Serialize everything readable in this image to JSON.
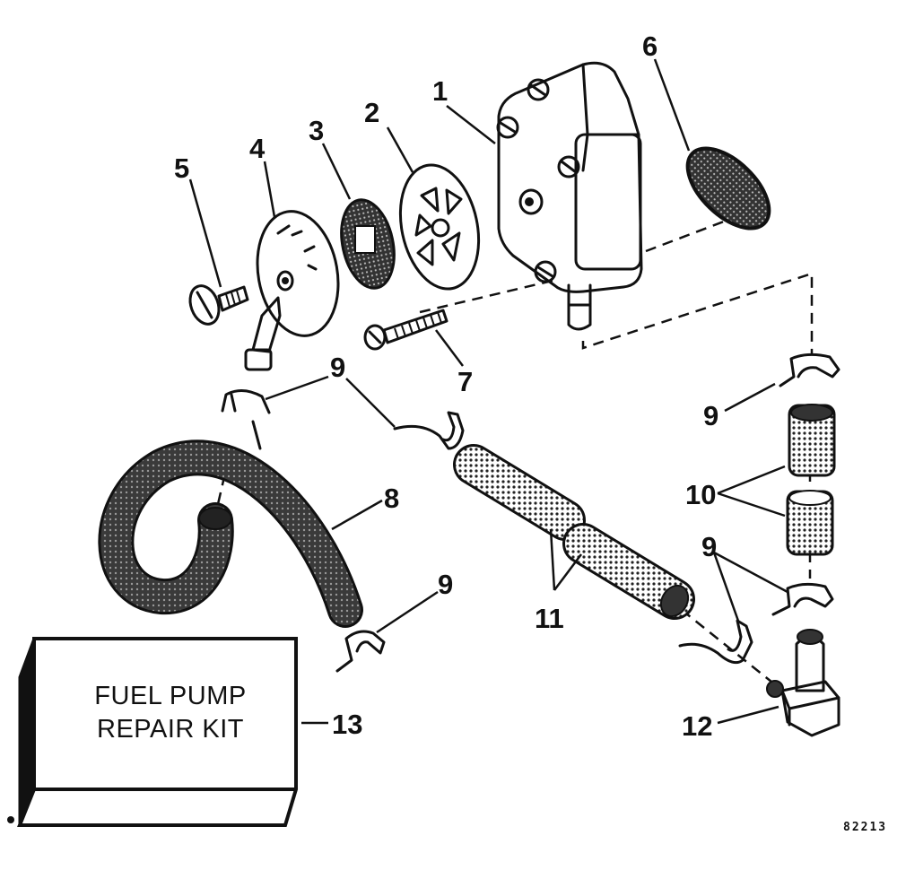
{
  "diagram": {
    "callouts": [
      "1",
      "2",
      "3",
      "4",
      "5",
      "6",
      "7",
      "8",
      "9",
      "10",
      "11",
      "12",
      "13"
    ],
    "kit_label": {
      "line1": "FUEL PUMP",
      "line2": "REPAIR KIT"
    },
    "catalog_number": "82213"
  }
}
